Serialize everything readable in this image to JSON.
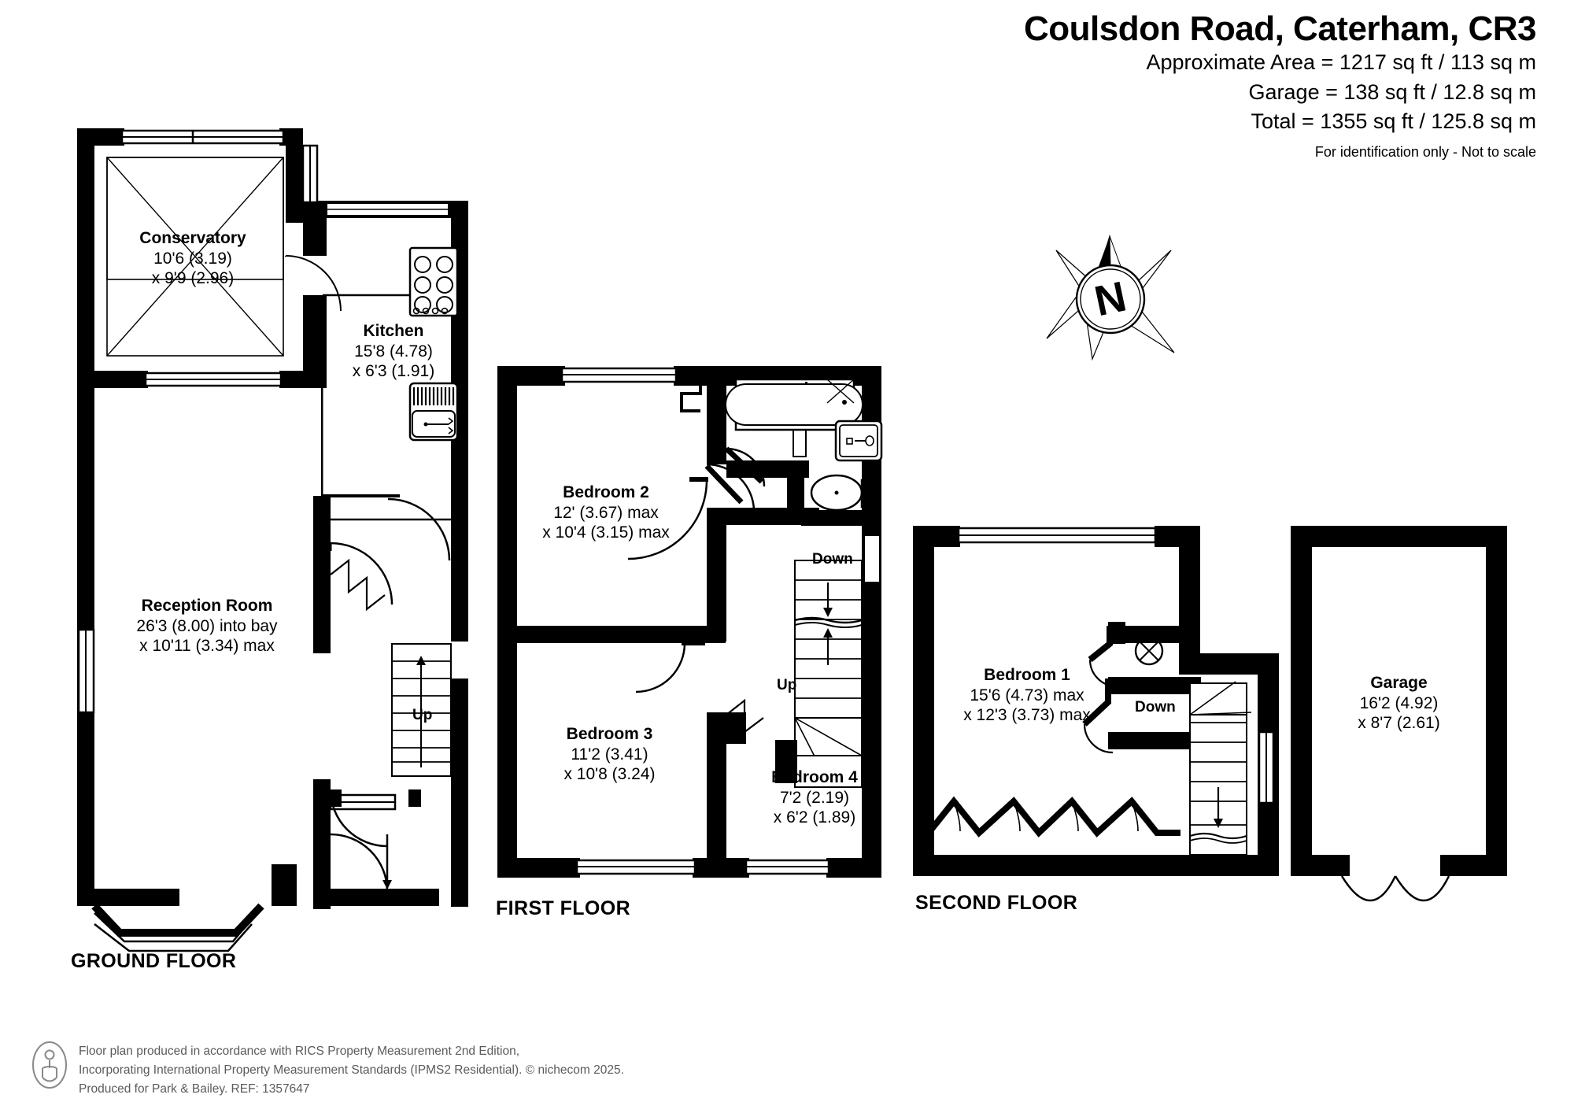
{
  "header": {
    "title": "Coulsdon Road, Caterham, CR3",
    "approx_area": "Approximate Area = 1217 sq ft / 113 sq m",
    "garage_area": "Garage = 138 sq ft / 12.8 sq m",
    "total_area": "Total = 1355 sq ft / 125.8 sq m",
    "disclaimer": "For identification only - Not to scale"
  },
  "compass": {
    "label": "N"
  },
  "floors": {
    "ground": {
      "name": "GROUND FLOOR",
      "rooms": [
        {
          "name": "Conservatory",
          "dim1": "10'6 (3.19)",
          "dim2": "x 9'9 (2.96)"
        },
        {
          "name": "Kitchen",
          "dim1": "15'8 (4.78)",
          "dim2": "x 6'3 (1.91)"
        },
        {
          "name": "Reception Room",
          "dim1": "26'3 (8.00) into bay",
          "dim2": "x 10'11 (3.34) max"
        }
      ],
      "stairs": [
        {
          "label": "Up"
        }
      ]
    },
    "first": {
      "name": "FIRST FLOOR",
      "rooms": [
        {
          "name": "Bedroom 2",
          "dim1": "12' (3.67) max",
          "dim2": "x 10'4 (3.15) max"
        },
        {
          "name": "Bedroom 3",
          "dim1": "11'2 (3.41)",
          "dim2": "x 10'8 (3.24)"
        },
        {
          "name": "Bedroom 4",
          "dim1": "7'2 (2.19)",
          "dim2": "x 6'2 (1.89)"
        }
      ],
      "stairs": [
        {
          "label": "Down"
        },
        {
          "label": "Up"
        }
      ]
    },
    "second": {
      "name": "SECOND FLOOR",
      "rooms": [
        {
          "name": "Bedroom 1",
          "dim1": "15'6 (4.73) max",
          "dim2": "x 12'3 (3.73) max"
        }
      ],
      "stairs": [
        {
          "label": "Down"
        }
      ]
    },
    "garage": {
      "rooms": [
        {
          "name": "Garage",
          "dim1": "16'2 (4.92)",
          "dim2": "x 8'7 (2.61)"
        }
      ]
    }
  },
  "footer": {
    "line1": "Floor plan produced in accordance with RICS Property Measurement 2nd Edition,",
    "line2": "Incorporating International Property Measurement Standards (IPMS2 Residential).   © nichecom 2025.",
    "line3": "Produced for Park & Bailey.   REF:  1357647"
  },
  "colors": {
    "wall": "#000000",
    "background": "#ffffff",
    "footer_text": "#5b5b5b"
  }
}
